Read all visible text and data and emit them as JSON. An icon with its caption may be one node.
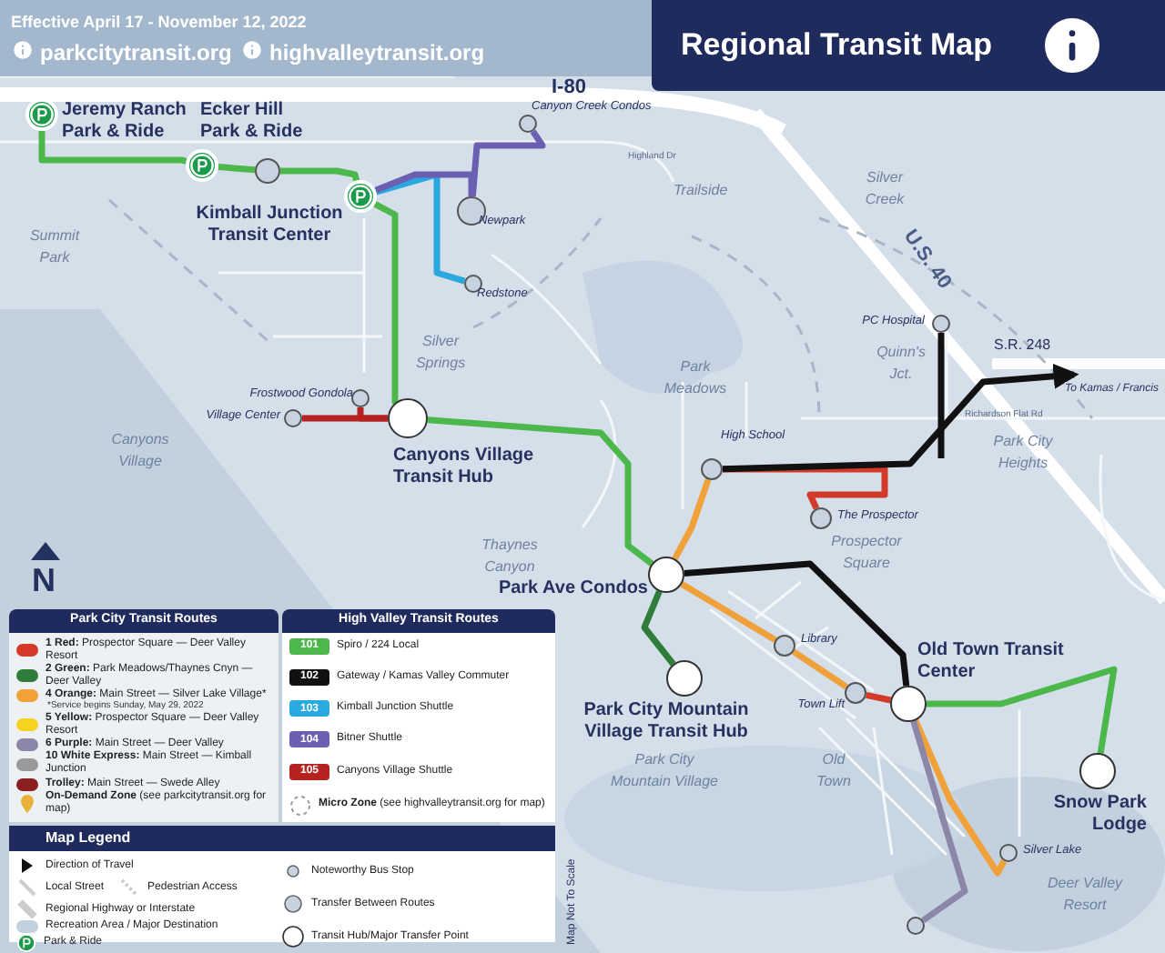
{
  "diagram": {
    "title": "Regional Transit Map",
    "nodes": [
      {
        "text": [
          "Jeremy Ranch Park & Ride"
        ]
      },
      {
        "text": [
          "Ecker Hill Park & Ride"
        ]
      },
      {
        "text": [],
        "shape": "circle"
      },
      {
        "text": [
          "Kimball Junction Transit Center"
        ]
      },
      {
        "text": [
          "Canyon Creek Condos"
        ]
      },
      {
        "text": [
          "Newpark"
        ]
      },
      {
        "text": [
          "Redstone"
        ]
      },
      {
        "text": [
          "Frostwood Gondola"
        ]
      },
      {
        "text": [
          "Village Center"
        ]
      },
      {
        "text": [
          "Canyons Village Transit Hub"
        ]
      },
      {
        "text": [
          "High School"
        ]
      },
      {
        "text": [
          "PC Hospital"
        ]
      },
      {
        "text": [
          "The Prospector"
        ]
      },
      {
        "text": [
          "Park Ave Condos"
        ]
      },
      {
        "text": [
          "Library"
        ]
      },
      {
        "text": [
          "Park City Mountain Village Transit Hub"
        ]
      },
      {
        "text": [
          "Town Lift"
        ]
      },
      {
        "text": [
          "Old Town Transit Center"
        ]
      },
      {
        "text": [
          "Snow Park Lodge"
        ]
      },
      {
        "text": [
          "Silver Lake"
        ]
      },
      {
        "text": [],
        "shape": "circle"
      }
    ],
    "edges": [
      {
        "from": 0,
        "to": 1,
        "arrow": "none",
        "color": "#4cb84c"
      },
      {
        "from": 1,
        "to": 2,
        "arrow": "none",
        "color": "#4cb84c"
      },
      {
        "from": 2,
        "to": 3,
        "arrow": "none",
        "color": "#4cb84c"
      },
      {
        "from": 3,
        "to": 6,
        "arrow": "none",
        "color": "#2aa8e0"
      },
      {
        "from": 3,
        "to": 5,
        "arrow": "none",
        "color": "#6a5fb0"
      },
      {
        "from": 5,
        "to": 4,
        "arrow": "none",
        "color": "#6a5fb0"
      },
      {
        "from": 3,
        "to": 9,
        "arrow": "none",
        "color": "#4cb84c"
      },
      {
        "from": 7,
        "to": 9,
        "arrow": "none",
        "color": "#b5221f"
      },
      {
        "from": 8,
        "to": 9,
        "arrow": "none",
        "color": "#b5221f"
      },
      {
        "from": 9,
        "to": 13,
        "arrow": "none",
        "color": "#4cb84c"
      },
      {
        "from": 13,
        "to": 10,
        "arrow": "none",
        "color": "#f0a13a"
      },
      {
        "from": 10,
        "to": 12,
        "arrow": "none",
        "color": "#d43a2a"
      },
      {
        "from": 10,
        "to": null,
        "arrow": "to",
        "label": "To Kamas / Francis",
        "color": "#111111"
      },
      {
        "from": 11,
        "to": null,
        "arrow": "none",
        "color": "#111111"
      },
      {
        "from": 13,
        "to": 15,
        "arrow": "none",
        "color": "#2f7d3a"
      },
      {
        "from": 13,
        "to": 14,
        "arrow": "none",
        "color": "#f0a13a"
      },
      {
        "from": 14,
        "to": 16,
        "arrow": "none",
        "color": "#f0a13a"
      },
      {
        "from": 16,
        "to": 17,
        "arrow": "none",
        "color": "#d43a2a"
      },
      {
        "from": 13,
        "to": 17,
        "arrow": "none",
        "color": "#111111"
      },
      {
        "from": 17,
        "to": 18,
        "arrow": "none",
        "color": "#4cb84c"
      },
      {
        "from": 17,
        "to": 19,
        "arrow": "none",
        "color": "#f0a13a"
      },
      {
        "from": 17,
        "to": 20,
        "arrow": "none",
        "color": "#8c87a8"
      }
    ],
    "labels": [
      "Effective April 17 - November 12, 2022",
      "parkcitytransit.org",
      "highvalleytransit.org",
      "I-80",
      "Highland Dr",
      "Silver Creek",
      "Trailside",
      "Summit Park",
      "U.S. 40",
      "Silver Springs",
      "S.R. 248",
      "Quinn's Jct.",
      "Park Meadows",
      "Richardson Flat Rd",
      "Canyons Village",
      "Park City Heights",
      "Thaynes Canyon",
      "Prospector Square",
      "Park City Mountain Village",
      "Old Town",
      "Deer Valley Resort",
      "Map Not To Scale",
      "N",
      "Park City Transit Routes",
      "*Service begins Sunday, May 29, 2022",
      "High Valley Transit Routes",
      "101",
      "102",
      "103",
      "104",
      "105",
      "Map Legend"
    ],
    "legend": [
      {
        "text": "**1 Red:** Prospector Square — Deer Valley Resort",
        "color": "#d43a2a"
      },
      {
        "text": "**2 Green:** Park Meadows/Thaynes Cnyn — Deer Valley",
        "color": "#2f7d3a"
      },
      {
        "text": "**4 Orange:** Main Street — Silver Lake Village*",
        "color": "#f0a13a"
      },
      {
        "text": "**5 Yellow:** Prospector Square — Deer Valley Resort",
        "color": "#f5d320"
      },
      {
        "text": "**6 Purple:** Main Street — Deer Valley",
        "color": "#8c87a8"
      },
      {
        "text": "**10 White Express:** Main Street — Kimball Junction",
        "color": "#9a9a9a"
      },
      {
        "text": "**Trolley:** Main Street — Swede Alley",
        "color": "#8b1f1f"
      },
      {
        "text": "**On-Demand Zone** (see parkcitytransit.org for map)"
      },
      {
        "text": "Spiro / 224 Local",
        "color": "#4cb84c"
      },
      {
        "text": "Gateway / Kamas Valley Commuter",
        "color": "#111111"
      },
      {
        "text": "Kimball Junction Shuttle",
        "color": "#2aa8e0"
      },
      {
        "text": "Bitner Shuttle",
        "color": "#6a5fb0"
      },
      {
        "text": "Canyons Village Shuttle",
        "color": "#b5221f"
      },
      {
        "text": "**Micro Zone** (see highvalleytransit.org for map)"
      },
      {
        "text": "Direction of Travel"
      },
      {
        "text": "Local Street"
      },
      {
        "text": "Pedestrian Access"
      },
      {
        "text": "Regional Highway or Interstate"
      },
      {
        "text": "Recreation Area / Major Destination",
        "color": "#c3d1df"
      },
      {
        "text": "Park & Ride"
      },
      {
        "text": "Noteworthy Bus Stop"
      },
      {
        "text": "Transfer Between Routes"
      },
      {
        "text": "Transit Hub/Major Transfer Point"
      }
    ]
  }
}
